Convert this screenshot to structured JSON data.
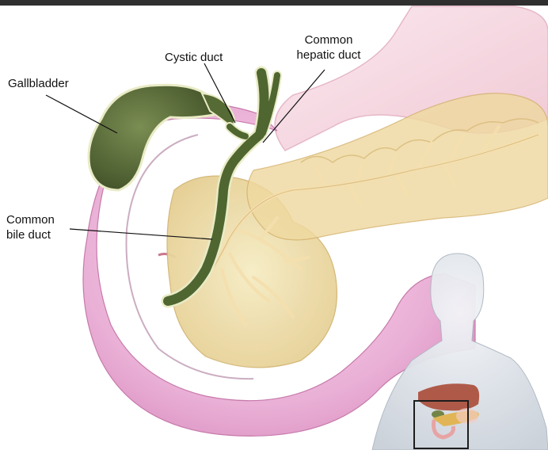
{
  "labels": {
    "gallbladder": "Gallbladder",
    "cystic_duct": "Cystic duct",
    "common_hepatic_duct": "Common\nhepatic duct",
    "common_bile_duct": "Common\nbile duct"
  },
  "colors": {
    "header_bar": "#2f2f2f",
    "duodenum": "#e8a3cf",
    "pancreas": "#ecd9a1",
    "gallbladder": "#5a6d3a",
    "duct_outline": "#e9ebc6",
    "body_figure": "#dfe4ea",
    "liver": "#a5422e"
  }
}
